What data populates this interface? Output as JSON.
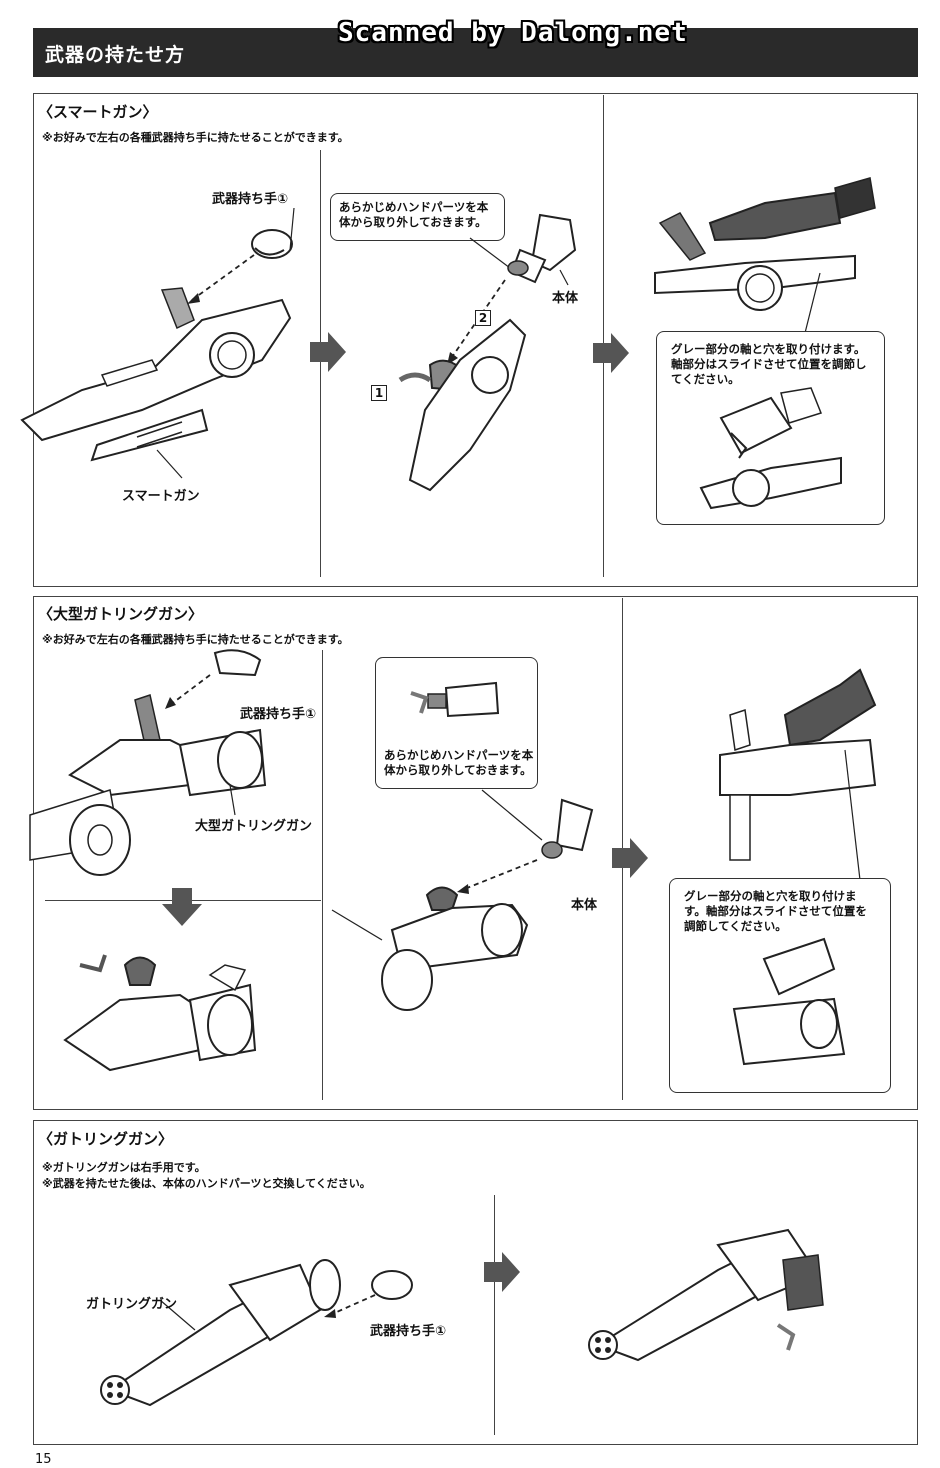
{
  "watermark": "Scanned by Dalong.net",
  "header": {
    "title": "武器の持たせ方"
  },
  "smart_gun": {
    "title": "〈スマートガン〉",
    "note": "※お好みで左右の各種武器持ち手に持たせることができます。",
    "label_hand": "武器持ち手①",
    "label_weapon": "スマートガン",
    "callout_remove": "あらかじめハンドパーツを本体から取り外しておきます。",
    "label_body": "本体",
    "step1": "1",
    "step2": "2",
    "callout_attach": "グレー部分の軸と穴を取り付けます。軸部分はスライドさせて位置を調節してください。"
  },
  "large_gatling": {
    "title": "〈大型ガトリングガン〉",
    "note": "※お好みで左右の各種武器持ち手に持たせることができます。",
    "label_hand": "武器持ち手①",
    "label_weapon": "大型ガトリングガン",
    "callout_remove": "あらかじめハンドパーツを本体から取り外しておきます。",
    "label_body": "本体",
    "callout_attach": "グレー部分の軸と穴を取り付けます。軸部分はスライドさせて位置を調節してください。"
  },
  "gatling": {
    "title": "〈ガトリングガン〉",
    "note1": "※ガトリングガンは右手用です。",
    "note2": "※武器を持たせた後は、本体のハンドパーツと交換してください。",
    "label_weapon": "ガトリングガン",
    "label_hand": "武器持ち手①"
  },
  "page_number": "15",
  "colors": {
    "header_bg": "#2a2a2a",
    "arrow": "#555555"
  }
}
